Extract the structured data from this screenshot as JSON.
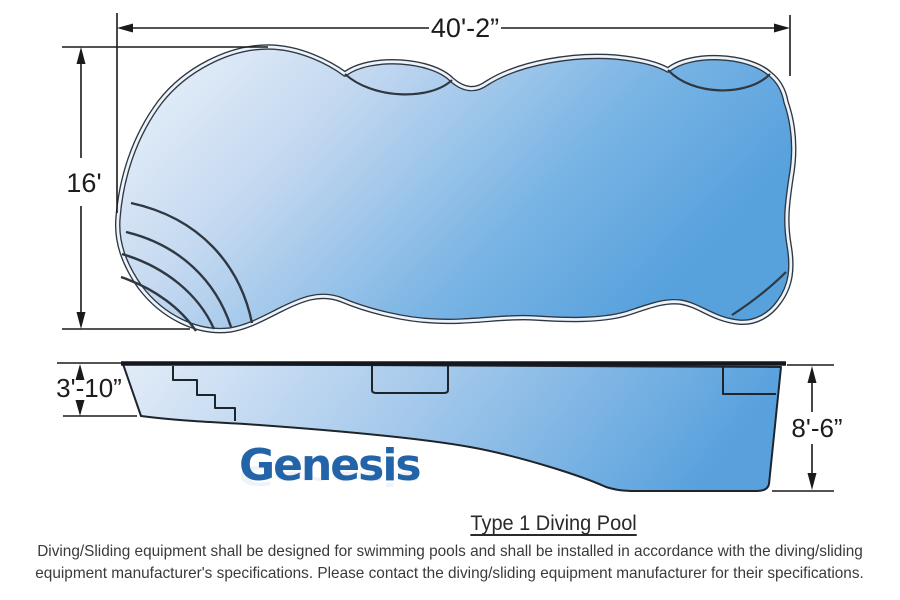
{
  "pool": {
    "model_name": "Genesis",
    "type_label": "Type 1 Diving Pool",
    "dimensions": {
      "overall_length": "40'-2”",
      "overall_width": "16'",
      "shallow_depth": "3'-10”",
      "deep_depth": "8'-6”"
    },
    "disclaimer_line1": "Diving/Sliding equipment shall be designed for swimming pools and shall be installed in accordance with the diving/sliding",
    "disclaimer_line2": "equipment manufacturer's specifications. Please contact the diving/sliding equipment manufacturer for their specifications."
  },
  "colors": {
    "logo_blue": "#2363a8",
    "water_light": "#eaf1fa",
    "water_deep": "#57a1dd",
    "outline_dark": "#2f3842",
    "dimension_text": "#1c1c1c"
  }
}
